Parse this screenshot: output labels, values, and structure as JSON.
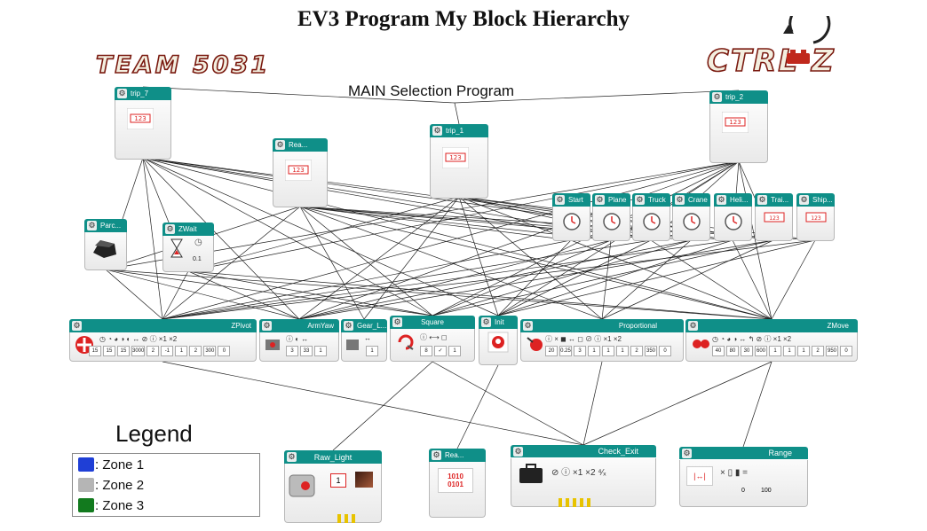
{
  "title": "EV3 Program My Block Hierarchy",
  "main_label": "MAIN Selection Program",
  "logos": {
    "team": "TEAM 5031",
    "ctrl": "CTRL-Z"
  },
  "colors": {
    "block_header": "#0f8f88",
    "zone1": "#1f3fd6",
    "zone2": "#b5b5b5",
    "zone3": "#127a1e",
    "logo_red": "#c0281c"
  },
  "level1": [
    {
      "id": "trip7",
      "label": "trip_7"
    },
    {
      "id": "rea1",
      "label": "Rea..."
    },
    {
      "id": "trip1",
      "label": "trip_1"
    },
    {
      "id": "trip2",
      "label": "trip_2"
    }
  ],
  "level2_left": [
    {
      "id": "parc",
      "label": "Parc..."
    },
    {
      "id": "zwait",
      "label": "ZWait",
      "value": "0.1"
    }
  ],
  "level2_right": [
    {
      "id": "start",
      "label": "Start"
    },
    {
      "id": "plane",
      "label": "Plane"
    },
    {
      "id": "truck",
      "label": "Truck"
    },
    {
      "id": "crane",
      "label": "Crane"
    },
    {
      "id": "heli",
      "label": "Heli..."
    },
    {
      "id": "trai",
      "label": "Trai..."
    },
    {
      "id": "ship",
      "label": "Ship..."
    }
  ],
  "level3": [
    {
      "id": "zpivot",
      "label": "ZPivot",
      "values": [
        "15",
        "15",
        "15",
        "3000",
        "2",
        "-1",
        "1",
        "2",
        "300",
        "0"
      ]
    },
    {
      "id": "armyaw",
      "label": "ArmYaw",
      "values": [
        "3",
        "33",
        "1"
      ]
    },
    {
      "id": "gear",
      "label": "Gear_L...",
      "values": [
        "1"
      ]
    },
    {
      "id": "square",
      "label": "Square",
      "values": [
        "8",
        "✓",
        "1"
      ]
    },
    {
      "id": "init",
      "label": "Init",
      "values": []
    },
    {
      "id": "proportional",
      "label": "Proportional",
      "values": [
        "20",
        "0.25",
        "3",
        "1",
        "1",
        "1",
        "2",
        "350",
        "0"
      ]
    },
    {
      "id": "zmove",
      "label": "ZMove",
      "values": [
        "40",
        "80",
        "30",
        "600",
        "1",
        "1",
        "1",
        "2",
        "950",
        "0"
      ]
    }
  ],
  "level4": [
    {
      "id": "rawlight",
      "label": "Raw_Light",
      "value": "1"
    },
    {
      "id": "rea2",
      "label": "Rea...",
      "value": "1010\n0101"
    },
    {
      "id": "checkexit",
      "label": "Check_Exit"
    },
    {
      "id": "range",
      "label": "Range",
      "values": [
        "0",
        "100"
      ]
    }
  ],
  "legend": {
    "title": "Legend",
    "items": [
      {
        "label": ": Zone 1",
        "color": "#1f3fd6"
      },
      {
        "label": ": Zone 2",
        "color": "#b5b5b5"
      },
      {
        "label": ": Zone 3",
        "color": "#127a1e"
      }
    ]
  }
}
